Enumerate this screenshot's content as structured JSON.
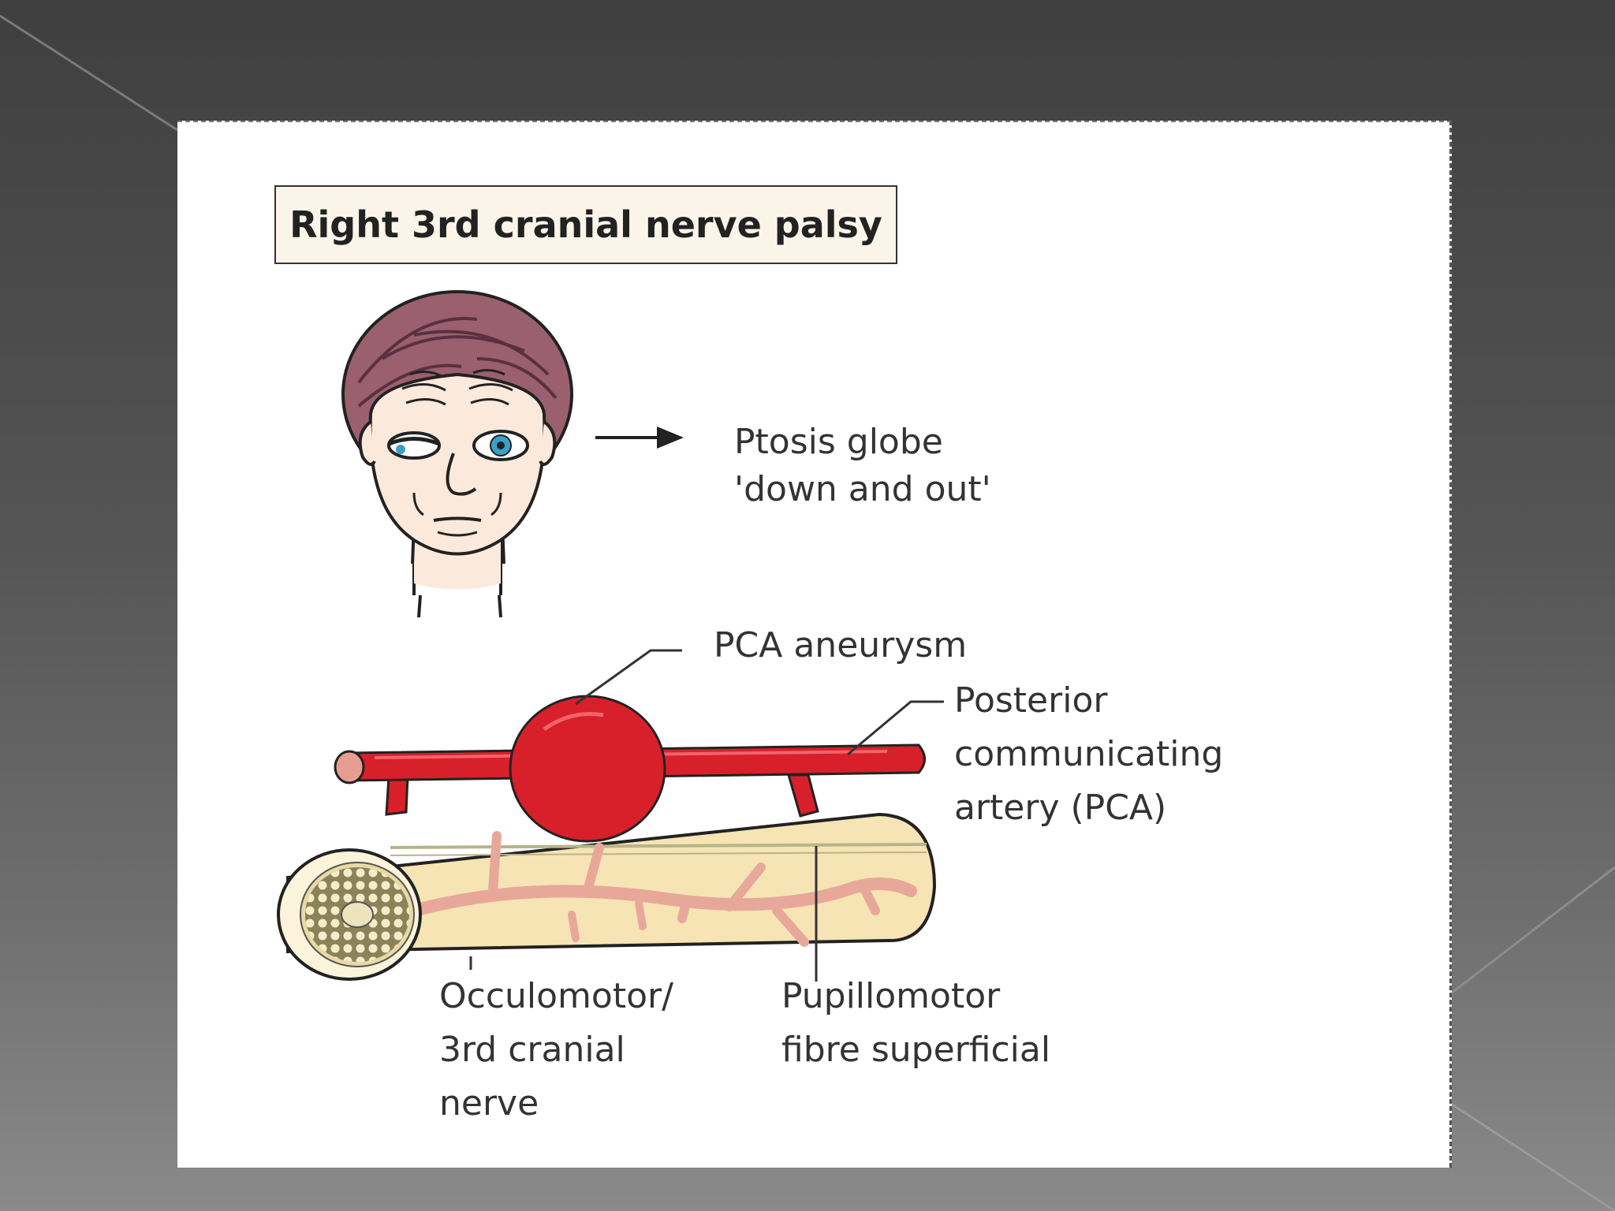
{
  "title": "Right 3rd cranial nerve palsy",
  "labels": {
    "ptosis_line1": "Ptosis globe",
    "ptosis_line2": "'down and out'",
    "aneurysm": "PCA aneurysm",
    "pca_line1": "Posterior",
    "pca_line2": "communicating",
    "pca_line3": "artery (PCA)",
    "nerve_line1": "Occulomotor/",
    "nerve_line2": "3rd cranial",
    "nerve_line3": "nerve",
    "pupil_line1": "Pupillomotor",
    "pupil_line2": "fibre superficial"
  },
  "colors": {
    "artery": "#d8202a",
    "nerve": "#f6e4b4",
    "hair": "#9a6070",
    "skin": "#fbe9dc",
    "iris": "#3a9fc9"
  }
}
